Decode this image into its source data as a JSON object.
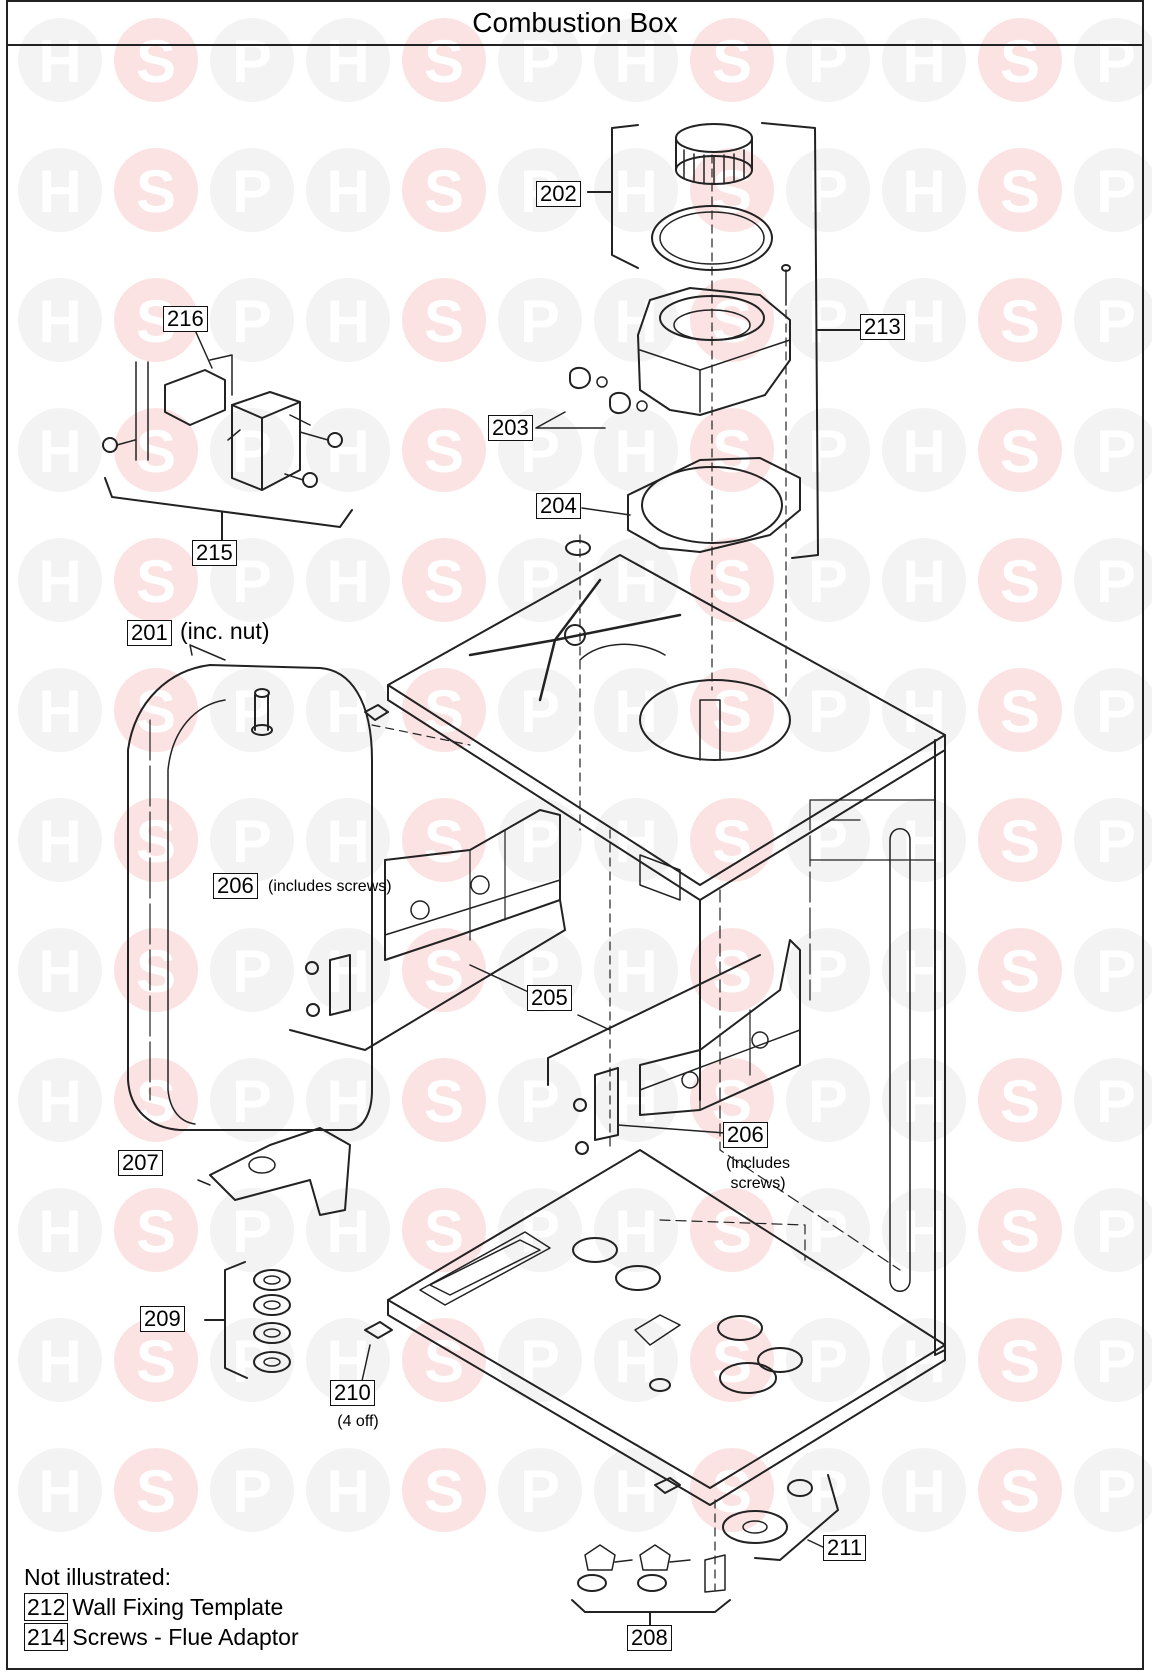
{
  "title": "Combustion Box",
  "watermark": {
    "letters": [
      "H",
      "S",
      "P"
    ],
    "circle_colors": [
      "#f3f3f3",
      "#fbe3e3",
      "#f3f3f3"
    ],
    "letter_color": "#ffffff"
  },
  "parts": [
    {
      "code": "202"
    },
    {
      "code": "213"
    },
    {
      "code": "216"
    },
    {
      "code": "203"
    },
    {
      "code": "204"
    },
    {
      "code": "215"
    },
    {
      "code": "201",
      "note": "(inc. nut)"
    },
    {
      "code": "206",
      "note": "(includes screws)"
    },
    {
      "code": "205"
    },
    {
      "code": "206",
      "note": "(includes screws)"
    },
    {
      "code": "207"
    },
    {
      "code": "209"
    },
    {
      "code": "210",
      "note": "(4 off)"
    },
    {
      "code": "211"
    },
    {
      "code": "208"
    }
  ],
  "not_illustrated": {
    "heading": "Not illustrated:",
    "items": [
      {
        "code": "212",
        "text": "Wall Fixing Template"
      },
      {
        "code": "214",
        "text": "Screws - Flue Adaptor"
      }
    ]
  }
}
